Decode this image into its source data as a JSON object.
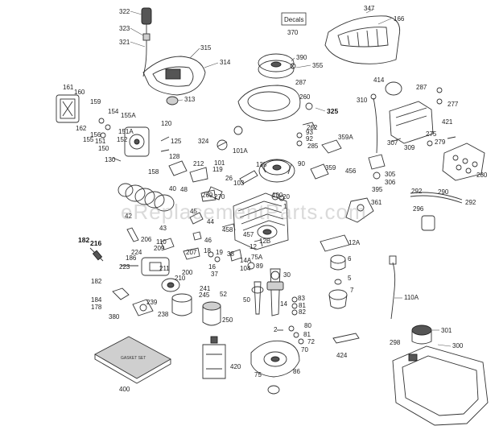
{
  "decals": {
    "title": "Decals",
    "number": "370"
  },
  "watermark": "eReplacementParts.com",
  "gasket_box_text": "GASKET SET",
  "part_labels": [
    "322",
    "323",
    "321",
    "315",
    "314",
    "313",
    "161",
    "160",
    "159",
    "154",
    "155A",
    "156",
    "151",
    "151A",
    "152",
    "155",
    "150",
    "162",
    "120",
    "130",
    "125",
    "128",
    "40",
    "42",
    "43",
    "206",
    "182",
    "216",
    "224",
    "223",
    "186",
    "211",
    "200",
    "210",
    "182",
    "184",
    "178",
    "380",
    "239",
    "238",
    "400",
    "347",
    "166",
    "390",
    "355",
    "287",
    "260",
    "325",
    "262",
    "93",
    "92",
    "285",
    "359A",
    "359",
    "324",
    "101A",
    "101",
    "119",
    "212",
    "158",
    "48",
    "26",
    "103",
    "270",
    "269",
    "135",
    "90",
    "100",
    "20",
    "1",
    "45",
    "46",
    "44",
    "458",
    "457",
    "12",
    "12B",
    "110",
    "209",
    "207",
    "18",
    "19",
    "16",
    "37",
    "241",
    "245",
    "250",
    "420",
    "38",
    "14A",
    "75A",
    "104",
    "89",
    "52",
    "30",
    "50",
    "14",
    "83",
    "81",
    "82",
    "80",
    "81",
    "72",
    "2",
    "70",
    "75",
    "86",
    "414",
    "287",
    "277",
    "421",
    "310",
    "275",
    "279",
    "280",
    "307",
    "309",
    "456",
    "305",
    "306",
    "395",
    "361",
    "292",
    "290",
    "292",
    "296",
    "12A",
    "6",
    "5",
    "7",
    "110A",
    "424",
    "301",
    "298",
    "300"
  ]
}
